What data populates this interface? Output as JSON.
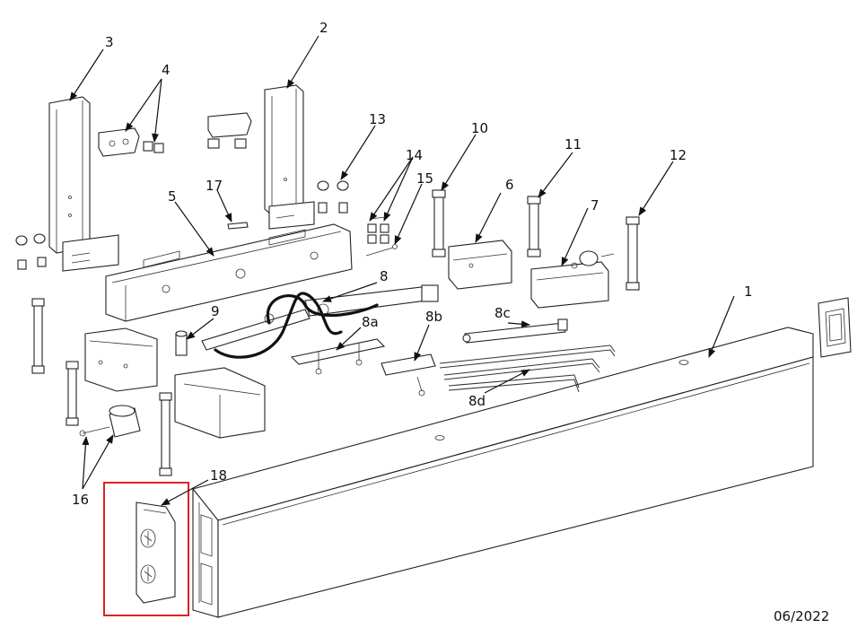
{
  "labels": {
    "l1": "1",
    "l2": "2",
    "l3": "3",
    "l4": "4",
    "l5": "5",
    "l6": "6",
    "l7": "7",
    "l8": "8",
    "l8a": "8a",
    "l8b": "8b",
    "l8c": "8c",
    "l8d": "8d",
    "l9": "9",
    "l10": "10",
    "l11": "11",
    "l12": "12",
    "l13": "13",
    "l14": "14",
    "l15": "15",
    "l16": "16",
    "l17": "17",
    "l18": "18"
  },
  "date": "06/2022",
  "colors": {
    "line": "#111111",
    "highlight": "#e02020",
    "background": "#ffffff"
  }
}
